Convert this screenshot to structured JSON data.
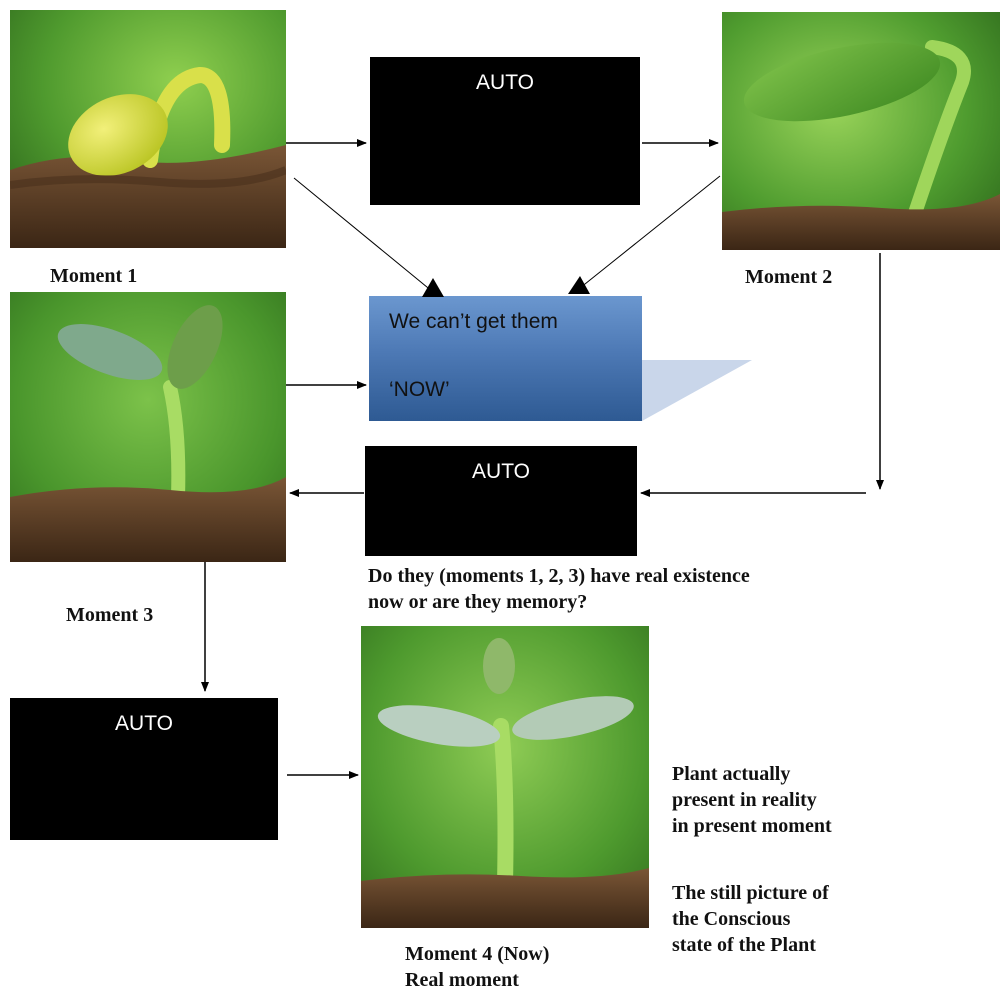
{
  "moments": {
    "m1": "Moment 1",
    "m2": "Moment 2",
    "m3": "Moment 3",
    "m4_line1": "Moment 4 (Now)",
    "m4_line2": "Real moment"
  },
  "auto_label": "AUTO",
  "center_box": {
    "line1": "We can’t get them",
    "line2": "‘NOW’"
  },
  "question": {
    "line1": "Do they (moments 1, 2, 3) have real existence",
    "line2": "now or are they memory?"
  },
  "side_notes": {
    "note1": [
      "Plant actually",
      "present in reality",
      "in present moment"
    ],
    "note2": [
      "The still picture of",
      "the Conscious",
      "state of the Plant"
    ]
  },
  "colors": {
    "soil": "#5a3c22",
    "leaf_green": "#7cc24a",
    "box_blue": "#4d79b5"
  }
}
